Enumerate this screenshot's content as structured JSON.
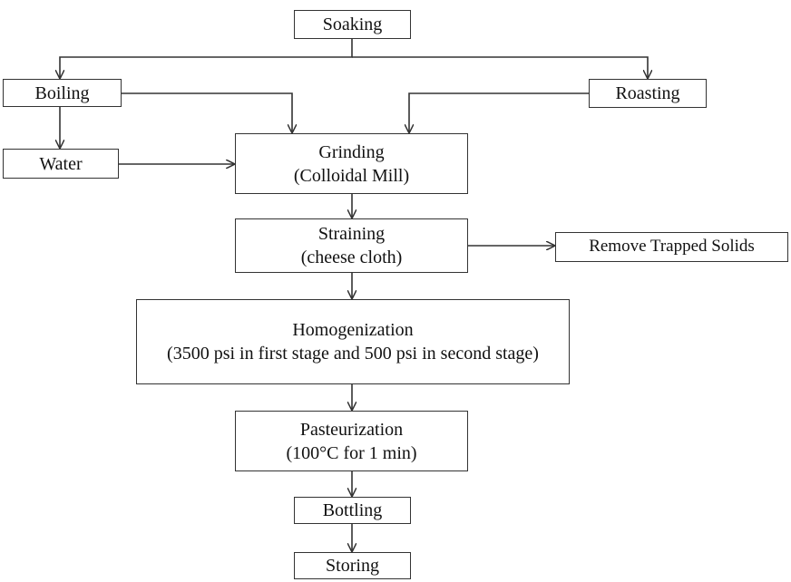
{
  "nodes": {
    "soaking": {
      "line1": "Soaking"
    },
    "boiling": {
      "line1": "Boiling"
    },
    "roasting": {
      "line1": "Roasting"
    },
    "water": {
      "line1": "Water"
    },
    "grinding": {
      "line1": "Grinding",
      "line2": "(Colloidal Mill)"
    },
    "straining": {
      "line1": "Straining",
      "line2": "(cheese cloth)"
    },
    "remove": {
      "line1": "Remove Trapped Solids"
    },
    "homogenization": {
      "line1": "Homogenization",
      "line2": "(3500 psi in first stage and 500 psi in second stage)"
    },
    "pasteurization": {
      "line1": "Pasteurization",
      "line2": "(100°C for 1 min)"
    },
    "bottling": {
      "line1": "Bottling"
    },
    "storing": {
      "line1": "Storing"
    }
  },
  "edges": [
    {
      "from": "soaking",
      "to": "boiling"
    },
    {
      "from": "soaking",
      "to": "roasting"
    },
    {
      "from": "boiling",
      "to": "water"
    },
    {
      "from": "boiling",
      "to": "grinding"
    },
    {
      "from": "roasting",
      "to": "grinding"
    },
    {
      "from": "water",
      "to": "grinding"
    },
    {
      "from": "grinding",
      "to": "straining"
    },
    {
      "from": "straining",
      "to": "remove"
    },
    {
      "from": "straining",
      "to": "homogenization"
    },
    {
      "from": "homogenization",
      "to": "pasteurization"
    },
    {
      "from": "pasteurization",
      "to": "bottling"
    },
    {
      "from": "bottling",
      "to": "storing"
    }
  ],
  "colors": {
    "line": "#333333",
    "box_border": "#333333",
    "text": "#111111"
  }
}
